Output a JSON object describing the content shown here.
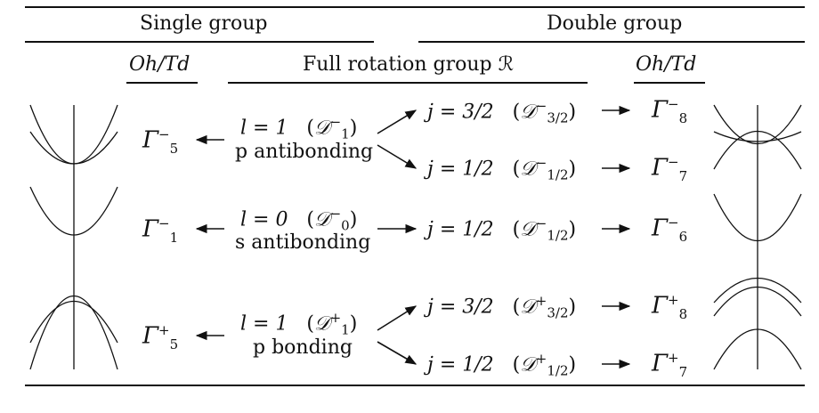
{
  "headers": {
    "single_group": "Single group",
    "double_group": "Double group",
    "oh_td_left": "Oh/Td",
    "full_rotation": "Full rotation group ℛ",
    "oh_td_right": "Oh/Td"
  },
  "left_symbols": [
    {
      "base": "Γ",
      "sup": "−",
      "sub": "5"
    },
    {
      "base": "Γ",
      "sup": "−",
      "sub": "1"
    },
    {
      "base": "Γ",
      "sup": "+",
      "sub": "5"
    }
  ],
  "atomic_states": [
    {
      "l_value": "l = 1",
      "rep": {
        "base": "𝒟",
        "sup": "−",
        "sub": "1"
      },
      "desc": "p antibonding"
    },
    {
      "l_value": "l = 0",
      "rep": {
        "base": "𝒟",
        "sup": "−",
        "sub": "0"
      },
      "desc": "s antibonding"
    },
    {
      "l_value": "l = 1",
      "rep": {
        "base": "𝒟",
        "sup": "+",
        "sub": "1"
      },
      "desc": "p bonding"
    }
  ],
  "j_states": [
    {
      "j": "j = 3/2",
      "rep": {
        "base": "𝒟",
        "sup": "−",
        "sub": "3/2"
      },
      "gamma": {
        "base": "Γ",
        "sup": "−",
        "sub": "8"
      }
    },
    {
      "j": "j = 1/2",
      "rep": {
        "base": "𝒟",
        "sup": "−",
        "sub": "1/2"
      },
      "gamma": {
        "base": "Γ",
        "sup": "−",
        "sub": "7"
      }
    },
    {
      "j": "j = 1/2",
      "rep": {
        "base": "𝒟",
        "sup": "−",
        "sub": "1/2"
      },
      "gamma": {
        "base": "Γ",
        "sup": "−",
        "sub": "6"
      }
    },
    {
      "j": "j = 3/2",
      "rep": {
        "base": "𝒟",
        "sup": "+",
        "sub": "3/2"
      },
      "gamma": {
        "base": "Γ",
        "sup": "+",
        "sub": "8"
      }
    },
    {
      "j": "j = 1/2",
      "rep": {
        "base": "𝒟",
        "sup": "+",
        "sub": "1/2"
      },
      "gamma": {
        "base": "Γ",
        "sup": "+",
        "sub": "7"
      }
    }
  ]
}
